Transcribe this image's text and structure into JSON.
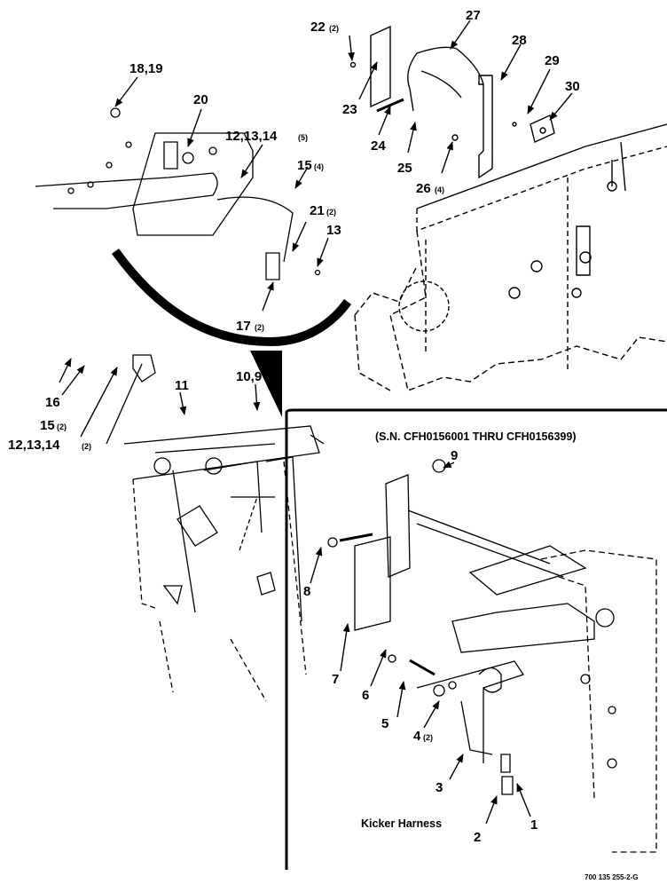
{
  "labels": {
    "c1": {
      "main": "1"
    },
    "c2": {
      "main": "2"
    },
    "c3": {
      "main": "3"
    },
    "c4": {
      "main": "4",
      "qty": "(2)"
    },
    "c5": {
      "main": "5"
    },
    "c6": {
      "main": "6"
    },
    "c7": {
      "main": "7"
    },
    "c8": {
      "main": "8"
    },
    "c9": {
      "main": "9"
    },
    "c10_9": {
      "main": "10,9"
    },
    "c11": {
      "main": "11"
    },
    "c12_left": {
      "main": "12,13,14",
      "qty": "(2)"
    },
    "c12_top": {
      "main": "12,13,14",
      "qty": "(5)"
    },
    "c13": {
      "main": "13"
    },
    "c15_left": {
      "main": "15",
      "qty": "(2)"
    },
    "c15_top": {
      "main": "15",
      "qty": "(4)"
    },
    "c16": {
      "main": "16"
    },
    "c17": {
      "main": "17",
      "qty": "(2)"
    },
    "c18_19": {
      "main": "18,19"
    },
    "c20": {
      "main": "20"
    },
    "c21": {
      "main": "21",
      "qty": "(2)"
    },
    "c22": {
      "main": "22",
      "qty": "(2)"
    },
    "c23": {
      "main": "23"
    },
    "c24": {
      "main": "24"
    },
    "c25": {
      "main": "25"
    },
    "c26": {
      "main": "26",
      "qty": "(4)"
    },
    "c27": {
      "main": "27"
    },
    "c28": {
      "main": "28"
    },
    "c29": {
      "main": "29"
    },
    "c30": {
      "main": "30"
    }
  },
  "serial_note": "(S.N. CFH0156001 THRU CFH0156399)",
  "kicker_harness": "Kicker Harness",
  "figure_ref": "700 135 255-2-G"
}
